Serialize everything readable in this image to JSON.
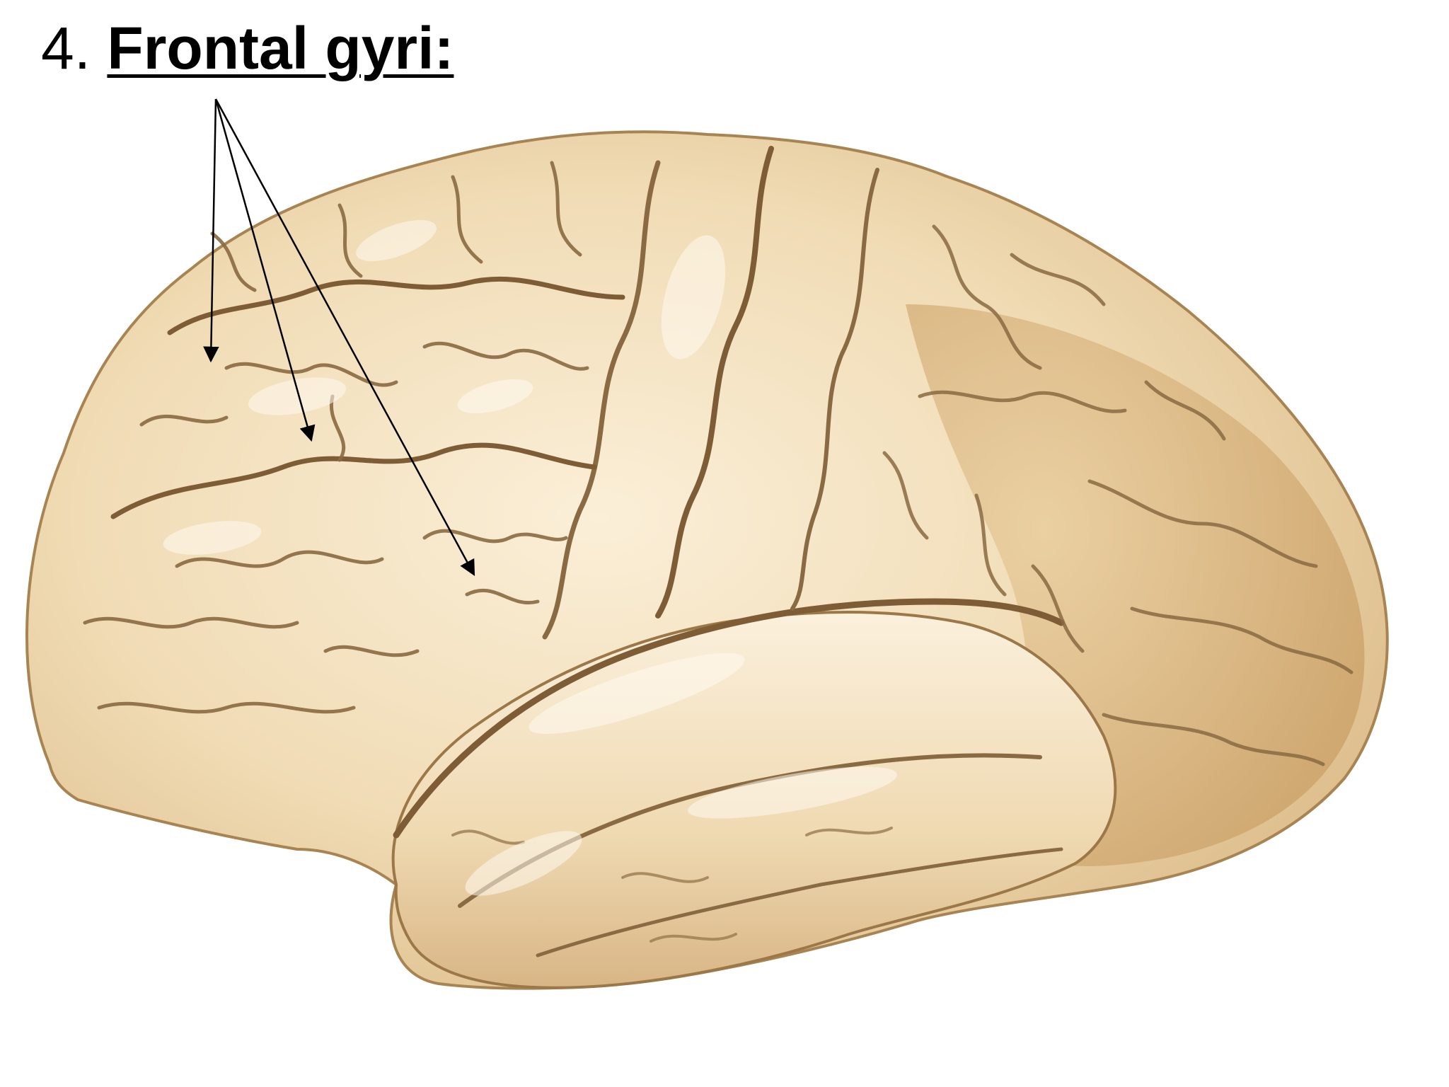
{
  "slide": {
    "number": "4.",
    "title": "Frontal gyri:"
  },
  "diagram": {
    "subject": "brain-lateral-view",
    "pointer_count": 3,
    "colors": {
      "tissue_light": "#f4e4c6",
      "tissue_mid": "#e6c99b",
      "tissue_dark": "#c9a06b",
      "sulcus": "#8a6a42",
      "highlight": "#fff8ea",
      "arrow": "#000000"
    }
  }
}
